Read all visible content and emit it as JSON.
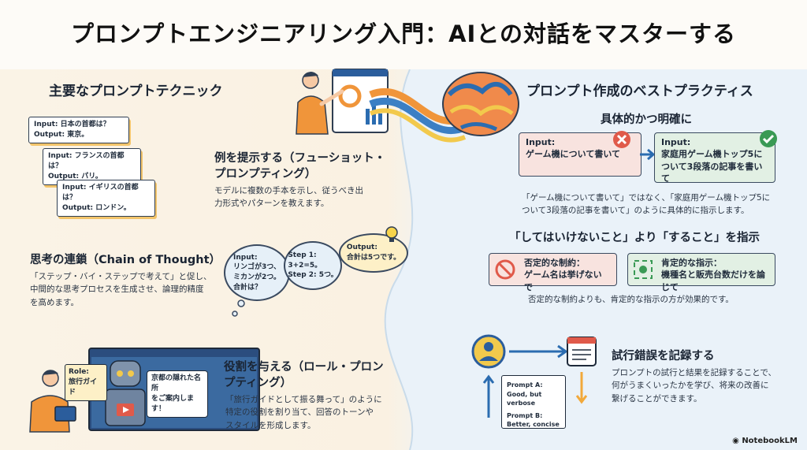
{
  "title": "プロンプトエンジニアリング入門：AIとの対話をマスターする",
  "left": {
    "heading": "主要なプロンプトテクニック",
    "few_shot": {
      "cards": [
        {
          "input": "Input: 日本の首都は？",
          "output": "Output: 東京。"
        },
        {
          "input": "Input: フランスの首都は？",
          "output": "Output: パリ。"
        },
        {
          "input": "Input: イギリスの首都は？",
          "output": "Output: ロンドン。"
        }
      ],
      "title_line1": "例を提示する（フューショット・",
      "title_line2": "プロンプティング）",
      "desc_line1": "モデルに複数の手本を示し、従うべき出",
      "desc_line2": "力形式やパターンを教えます。"
    },
    "cot": {
      "title": "思考の連鎖（Chain of Thought）",
      "desc_line1": "「ステップ・バイ・ステップで考えて」と促し、",
      "desc_line2": "中間的な思考プロセスを生成させ、論理的精度",
      "desc_line3": "を高めます。",
      "bubble1": [
        "Input:",
        "リンゴが3つ、",
        "ミカンが2つ。",
        "合計は？"
      ],
      "bubble2": [
        "Step 1:",
        "3+2=5。",
        "Step 2: 5つ。"
      ],
      "bubble3": [
        "Output:",
        "合計は5つです。"
      ]
    },
    "role": {
      "role_label": [
        "Role:",
        "旅行ガイド"
      ],
      "speech": [
        "京都の隠れた名所",
        "をご案内します！"
      ],
      "title_line1": "役割を与える（ロール・プロン",
      "title_line2": "プティング）",
      "desc_line1": "「旅行ガイドとして振る舞って」のように",
      "desc_line2": "特定の役割を割り当て、回答のトーンや",
      "desc_line3": "スタイルを形成します。"
    }
  },
  "right": {
    "heading": "プロンプト作成のベストプラクティス",
    "specific": {
      "title": "具体的かつ明確に",
      "bad_prompt": [
        "Input:",
        "ゲーム機について書いて"
      ],
      "good_prompt": [
        "Input:",
        "家庭用ゲーム機トップ5に",
        "ついて3段落の記事を書いて"
      ],
      "desc_line1": "「ゲーム機について書いて」ではなく、「家庭用ゲーム機トップ5に",
      "desc_line2": "ついて3段落の記事を書いて」のように具体的に指示します。"
    },
    "positive": {
      "title": "「してはいけないこと」より「すること」を指示",
      "neg_box": [
        "否定的な制約：",
        "ゲーム名は挙げないで"
      ],
      "pos_box": [
        "肯定的な指示：",
        "機種名と販売台数だけを論じて"
      ],
      "desc": "否定的な制約よりも、肯定的な指示の方が効果的です。"
    },
    "record": {
      "title": "試行錯誤を記録する",
      "notebook": [
        "Prompt A:",
        "Good, but verbose",
        "Prompt B:",
        "Better, concise"
      ],
      "desc_line1": "プロンプトの試行と結果を記録することで、",
      "desc_line2": "何がうまくいったかを学び、将来の改善に",
      "desc_line3": "繋げることができます。"
    }
  },
  "footer": {
    "logo": "NotebookLM"
  },
  "colors": {
    "accent_orange": "#f0953a",
    "accent_blue": "#2b6cb0",
    "bad_red": "#e05a4a",
    "good_green": "#3a9a55",
    "text": "#1e2a3a"
  }
}
